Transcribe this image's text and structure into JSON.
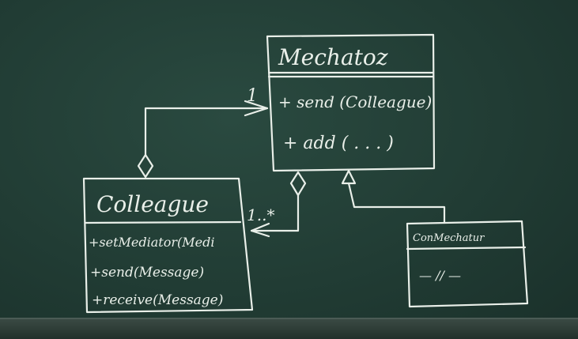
{
  "diagram": {
    "mediator": {
      "name": "Mechatoz",
      "methods": [
        "+ send (Colleague)",
        "+ add ( . . . )"
      ]
    },
    "colleague": {
      "name": "Colleague",
      "methods": [
        "+setMediator(Medi",
        "+send(Message)",
        "+receive(Message)"
      ]
    },
    "concrete_mediator": {
      "name": "ConMechatur",
      "body": "— // —"
    },
    "multiplicities": {
      "to_mediator": "1",
      "to_colleague": "1..*"
    },
    "colors": {
      "board": "#213c34",
      "chalk": "#e9efe9"
    }
  }
}
